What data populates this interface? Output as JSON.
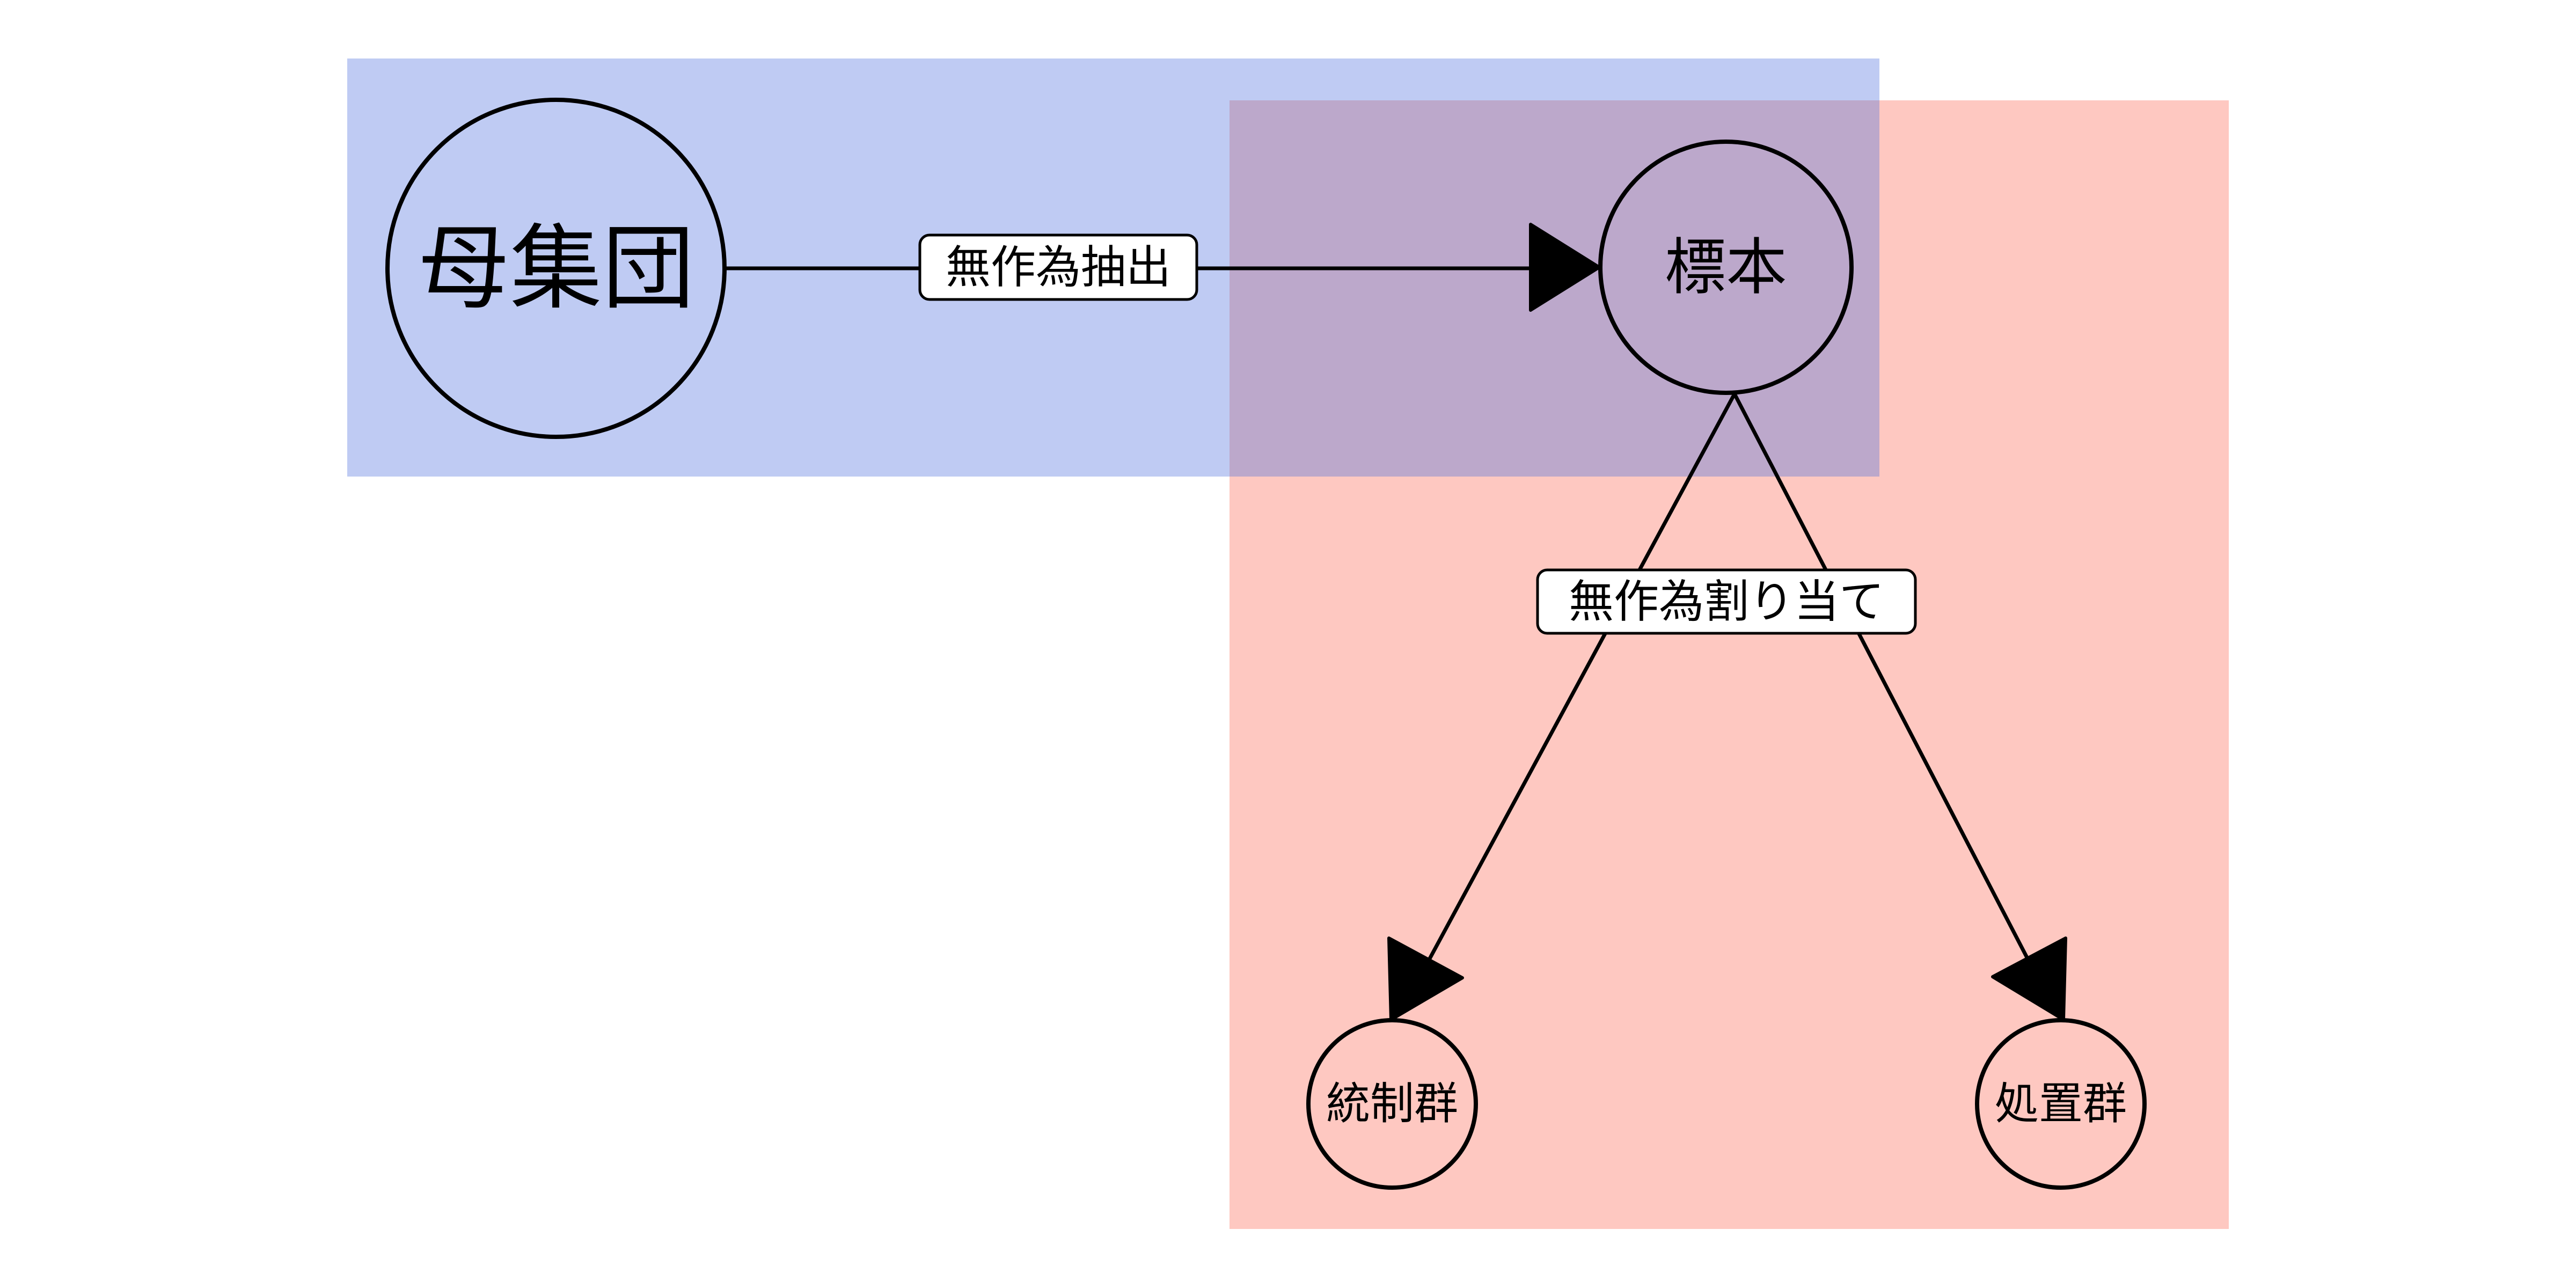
{
  "diagram": {
    "type": "flow-graph",
    "regions": [
      {
        "id": "population-region",
        "color": "#bfcbf3"
      },
      {
        "id": "experiment-region",
        "color": "#fec8c1"
      }
    ],
    "overlap_color": "#bca8cb",
    "nodes": {
      "population": "母集団",
      "sample": "標本",
      "control": "統制群",
      "treatment": "処置群"
    },
    "edges": {
      "sampling": {
        "from": "population",
        "to": "sample",
        "label": "無作為抽出"
      },
      "assignment": {
        "from": "sample",
        "to": [
          "control",
          "treatment"
        ],
        "label": "無作為割り当て"
      }
    },
    "stroke_color": "#000000",
    "label_box_fill": "#ffffff"
  }
}
